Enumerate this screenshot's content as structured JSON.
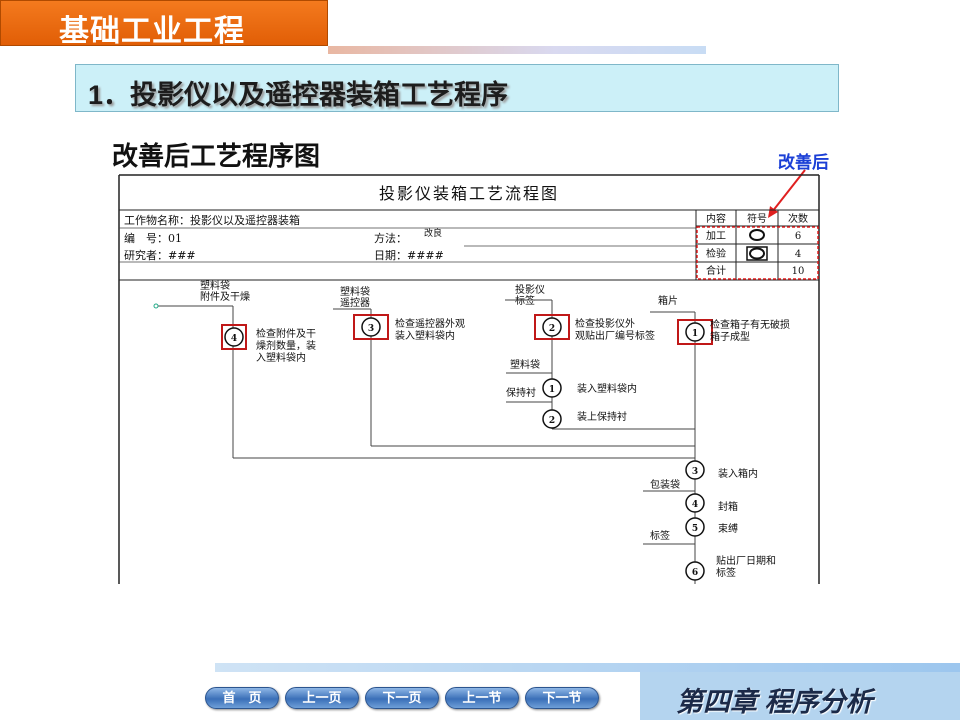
{
  "header": {
    "title": "基础工业工程"
  },
  "section": {
    "title": "1．投影仪以及遥控器装箱工艺程序"
  },
  "subtitle": "改善后工艺程序图",
  "callout": {
    "label": "改善后",
    "color": "#e02020"
  },
  "sheet": {
    "title": "投影仪装箱工艺流程图",
    "info": {
      "work_name": "工作物名称：投影仪以及遥控器装箱",
      "number": "编　号：01",
      "researcher": "研究者：###",
      "method": "方法：",
      "method_value": "改良",
      "date": "日期：####"
    },
    "summary": {
      "headers": [
        "内容",
        "符号",
        "次数"
      ],
      "rows": [
        {
          "content": "加工",
          "symbol": "circle",
          "count": "6"
        },
        {
          "content": "检验",
          "symbol": "square-circle",
          "count": "4"
        },
        {
          "content": "合计",
          "symbol": "",
          "count": "10"
        }
      ]
    },
    "inputs": {
      "col1": "塑料袋\n附件及干燥",
      "col2": "塑料袋\n遥控器",
      "col3": "投影仪\n标签",
      "col4": "箱片",
      "col3_bag": "塑料袋",
      "col3_liner": "保持衬",
      "packing_bag": "包装袋",
      "label": "标签"
    },
    "steps": [
      {
        "id": "insp-4",
        "type": "inspection",
        "number": "4",
        "text": "检查附件及干\n燥剂数量，装\n入塑料袋内"
      },
      {
        "id": "insp-3",
        "type": "inspection",
        "number": "3",
        "text": "检查遥控器外观\n装入塑料袋内"
      },
      {
        "id": "insp-2",
        "type": "inspection",
        "number": "2",
        "text": "检查投影仪外\n观贴出厂编号标签"
      },
      {
        "id": "insp-1",
        "type": "inspection",
        "number": "1",
        "text": "检查箱子有无破损\n箱子成型"
      },
      {
        "id": "op-1",
        "type": "operation",
        "number": "1",
        "text": "装入塑料袋内"
      },
      {
        "id": "op-2",
        "type": "operation",
        "number": "2",
        "text": "装上保持衬"
      },
      {
        "id": "op-3",
        "type": "operation",
        "number": "3",
        "text": "装入箱内"
      },
      {
        "id": "op-4",
        "type": "operation",
        "number": "4",
        "text": "封箱"
      },
      {
        "id": "op-5",
        "type": "operation",
        "number": "5",
        "text": "束缚"
      },
      {
        "id": "op-6",
        "type": "operation",
        "number": "6",
        "text": "贴出厂日期和\n标签"
      }
    ]
  },
  "nav": {
    "home": "首　页",
    "prev_page": "上一页",
    "next_page": "下一页",
    "prev_section": "上一节",
    "next_section": "下一节"
  },
  "chapter": {
    "title": "第四章 程序分析"
  }
}
